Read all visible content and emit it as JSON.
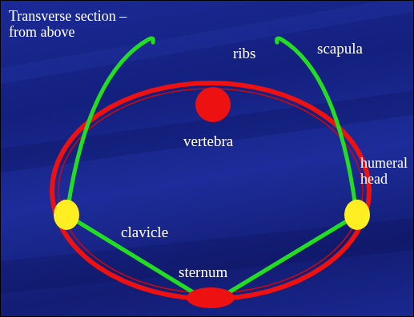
{
  "diagram": {
    "title": "Transverse section – from above",
    "labels": [
      "ribs",
      "scapula",
      "vertebra",
      "humeral head",
      "clavicle",
      "sternum"
    ]
  }
}
